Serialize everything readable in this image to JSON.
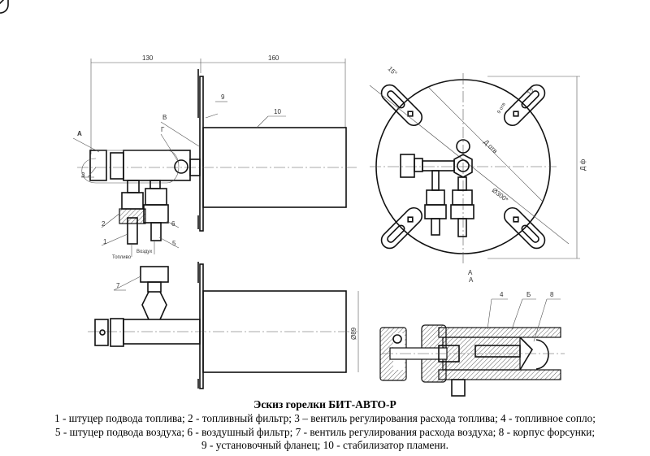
{
  "title": "Эскиз горелки БИТ-АВТО-Р",
  "legend_lines": [
    "1 - штуцер подвода топлива; 2 - топливный фильтр; 3 – вентиль регулирования расхода топлива; 4 - топливное сопло;",
    "5 - штуцер подвода воздуха; 6 - воздушный фильтр; 7 - вентиль регулирования расхода воздуха; 8 - корпус форсунки;",
    "9 - установочный фланец; 10 - стабилизатор пламени."
  ],
  "side_view": {
    "dim_left": "130",
    "dim_right": "160",
    "callouts": {
      "c9": "9",
      "c10": "10",
      "cV": "В",
      "cG": "Г",
      "cA": "А",
      "c3": "3",
      "c2": "2",
      "c1": "1",
      "c6": "6",
      "c5": "5"
    },
    "fuel_label": "Топливо",
    "air_label": "Воздух"
  },
  "top_view": {
    "c7": "7",
    "dia": "Ø89"
  },
  "front_view": {
    "angle": "15°",
    "d_hole": "Д отв",
    "d_flange": "Д ф",
    "dia300": "Ø300*",
    "slot": "12",
    "holes": "9 отв",
    "view_label": "А"
  },
  "detail": {
    "view_label": "А",
    "c4": "4",
    "cB": "Б",
    "c8": "8"
  }
}
